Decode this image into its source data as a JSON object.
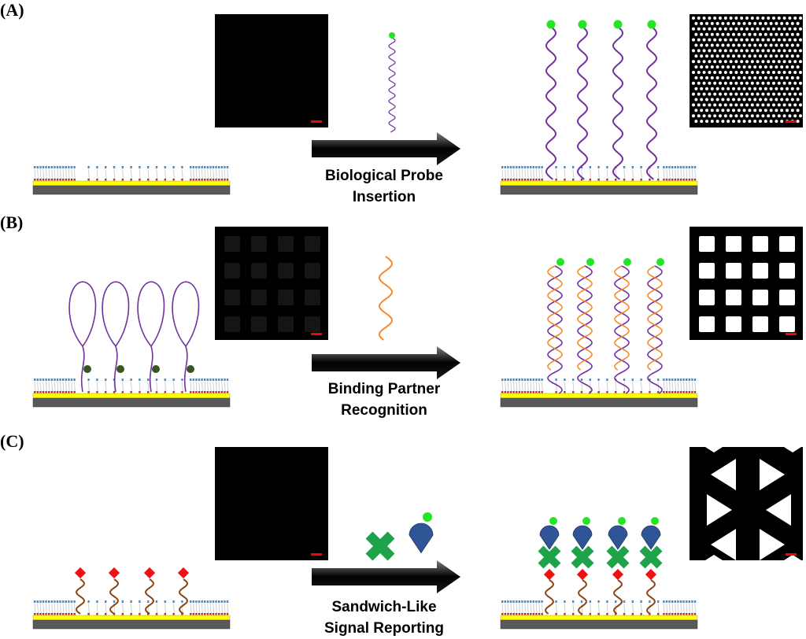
{
  "panels": [
    {
      "label": "(A)",
      "caption_line1": "Biological Probe",
      "caption_line2": "Insertion",
      "before_image": "dark",
      "after_image": "dot-array"
    },
    {
      "label": "(B)",
      "caption_line1": "Binding Partner",
      "caption_line2": "Recognition",
      "before_image": "dim-squares",
      "after_image": "square-array"
    },
    {
      "label": "(C)",
      "caption_line1": "Sandwich-Like",
      "caption_line2": "Signal Reporting",
      "before_image": "dark",
      "after_image": "triangle-array"
    }
  ],
  "colors": {
    "gold": "#ffff00",
    "substrate": "#595959",
    "sam_head": "#3c8fd8",
    "sam_base": "#c0282d",
    "probe": "#7030a0",
    "fluorophore": "#22e622",
    "target": "#f58a2c",
    "quencher": "#375623",
    "hapten": "#ee1111",
    "linker": "#8b4513",
    "antibody": "#1fa34a",
    "reporter": "#2f5597",
    "scale_bar": "#ff0000"
  }
}
